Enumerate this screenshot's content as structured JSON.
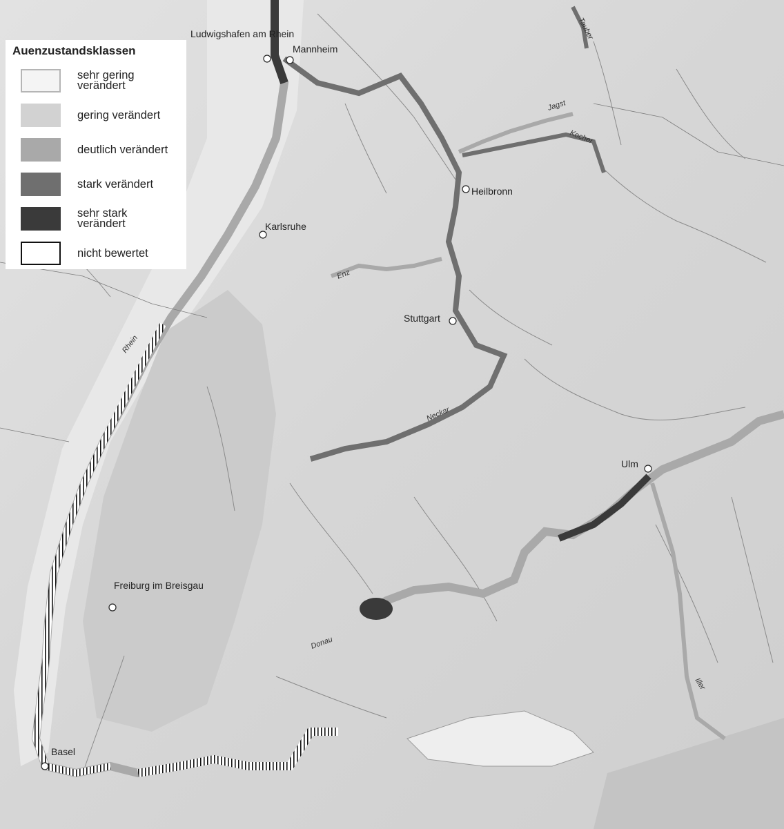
{
  "legend": {
    "title": "Auenzustandsklassen",
    "items": [
      {
        "label": "sehr gering verändert",
        "color": "#f4f4f4",
        "border": "#b5b5b5"
      },
      {
        "label": "gering verändert",
        "color": "#d2d2d2",
        "border": "#d2d2d2"
      },
      {
        "label": "deutlich verändert",
        "color": "#a9a9a9",
        "border": "#a9a9a9"
      },
      {
        "label": "stark verändert",
        "color": "#6f6f6f",
        "border": "#6f6f6f"
      },
      {
        "label": "sehr stark verändert",
        "color": "#3a3a3a",
        "border": "#3a3a3a"
      },
      {
        "label": "nicht bewertet",
        "color": "#ffffff",
        "border": "#111111"
      }
    ]
  },
  "cities": [
    {
      "name": "Ludwigshafen am Rhein"
    },
    {
      "name": "Mannheim"
    },
    {
      "name": "Heilbronn"
    },
    {
      "name": "Karlsruhe"
    },
    {
      "name": "Stuttgart"
    },
    {
      "name": "Ulm"
    },
    {
      "name": "Freiburg im Breisgau"
    },
    {
      "name": "Basel"
    }
  ],
  "rivers": [
    {
      "name": "Rhein"
    },
    {
      "name": "Neckar"
    },
    {
      "name": "Jagst"
    },
    {
      "name": "Kocher"
    },
    {
      "name": "Tauber"
    },
    {
      "name": "Enz"
    },
    {
      "name": "Donau"
    },
    {
      "name": "Iller"
    }
  ]
}
